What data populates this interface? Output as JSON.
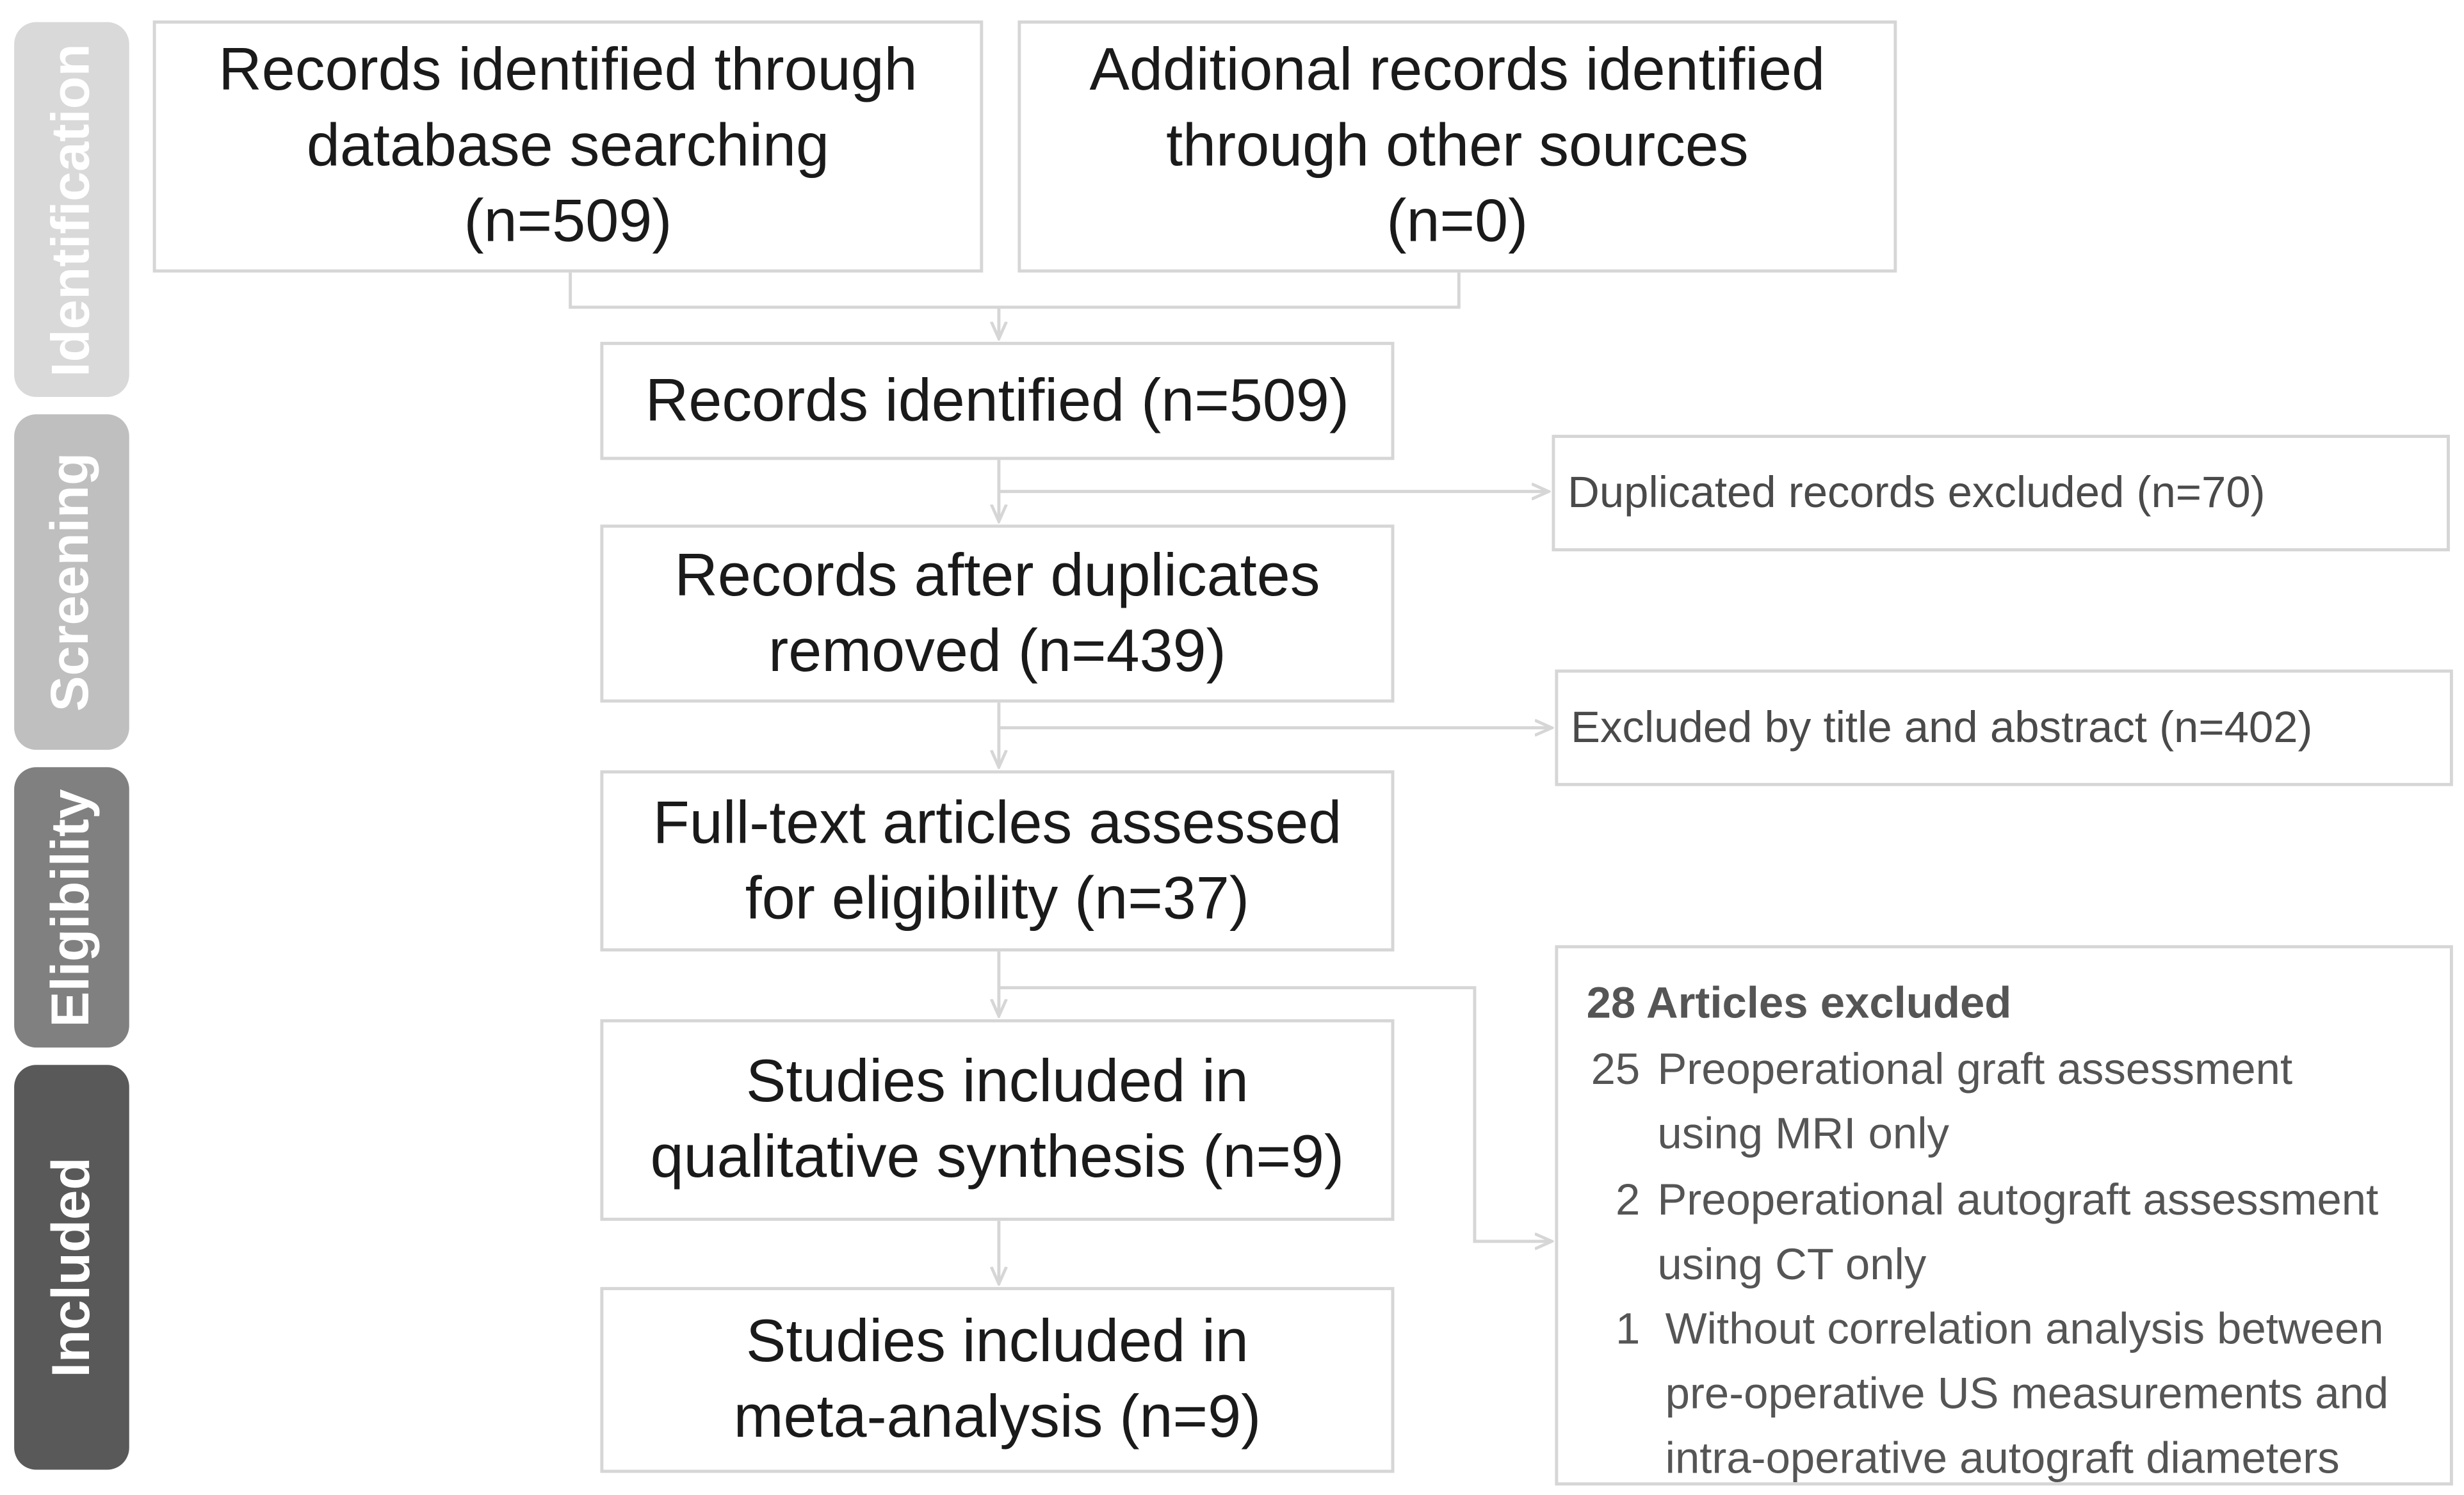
{
  "stages": [
    {
      "label": "Identification",
      "color": "#d9d9d9"
    },
    {
      "label": "Screening",
      "color": "#bfbfbf"
    },
    {
      "label": "Eligibility",
      "color": "#808080"
    },
    {
      "label": "Included",
      "color": "#595959"
    }
  ],
  "boxes": {
    "database_records": {
      "lines": [
        "Records identified through",
        "database searching",
        "(n=509)"
      ]
    },
    "other_sources": {
      "lines": [
        "Additional records identified",
        "through other sources",
        "(n=0)"
      ]
    },
    "records_identified": {
      "lines": [
        "Records identified (n=509)"
      ]
    },
    "after_duplicates": {
      "lines": [
        "Records after duplicates",
        "removed (n=439)"
      ]
    },
    "full_text": {
      "lines": [
        "Full-text articles assessed",
        "for eligibility (n=37)"
      ]
    },
    "qualitative": {
      "lines": [
        "Studies included in",
        "qualitative synthesis (n=9)"
      ]
    },
    "meta_analysis": {
      "lines": [
        "Studies included in",
        "meta-analysis (n=9)"
      ]
    }
  },
  "side_boxes": {
    "duplicates_excluded": "Duplicated records excluded (n=70)",
    "title_abstract_excluded": "Excluded by title and abstract (n=402)"
  },
  "articles_excluded": {
    "title": "28 Articles excluded",
    "items": [
      {
        "count": "25",
        "lines": [
          "Preoperational graft assessment",
          "using MRI only"
        ]
      },
      {
        "count": "2",
        "lines": [
          "Preoperational autograft assessment",
          "using CT only"
        ]
      },
      {
        "count": "1",
        "lines": [
          "Without correlation analysis between",
          "pre-operative US measurements and",
          "intra-operative autograft diameters"
        ]
      }
    ]
  },
  "connector_color": "#d6d6d6"
}
